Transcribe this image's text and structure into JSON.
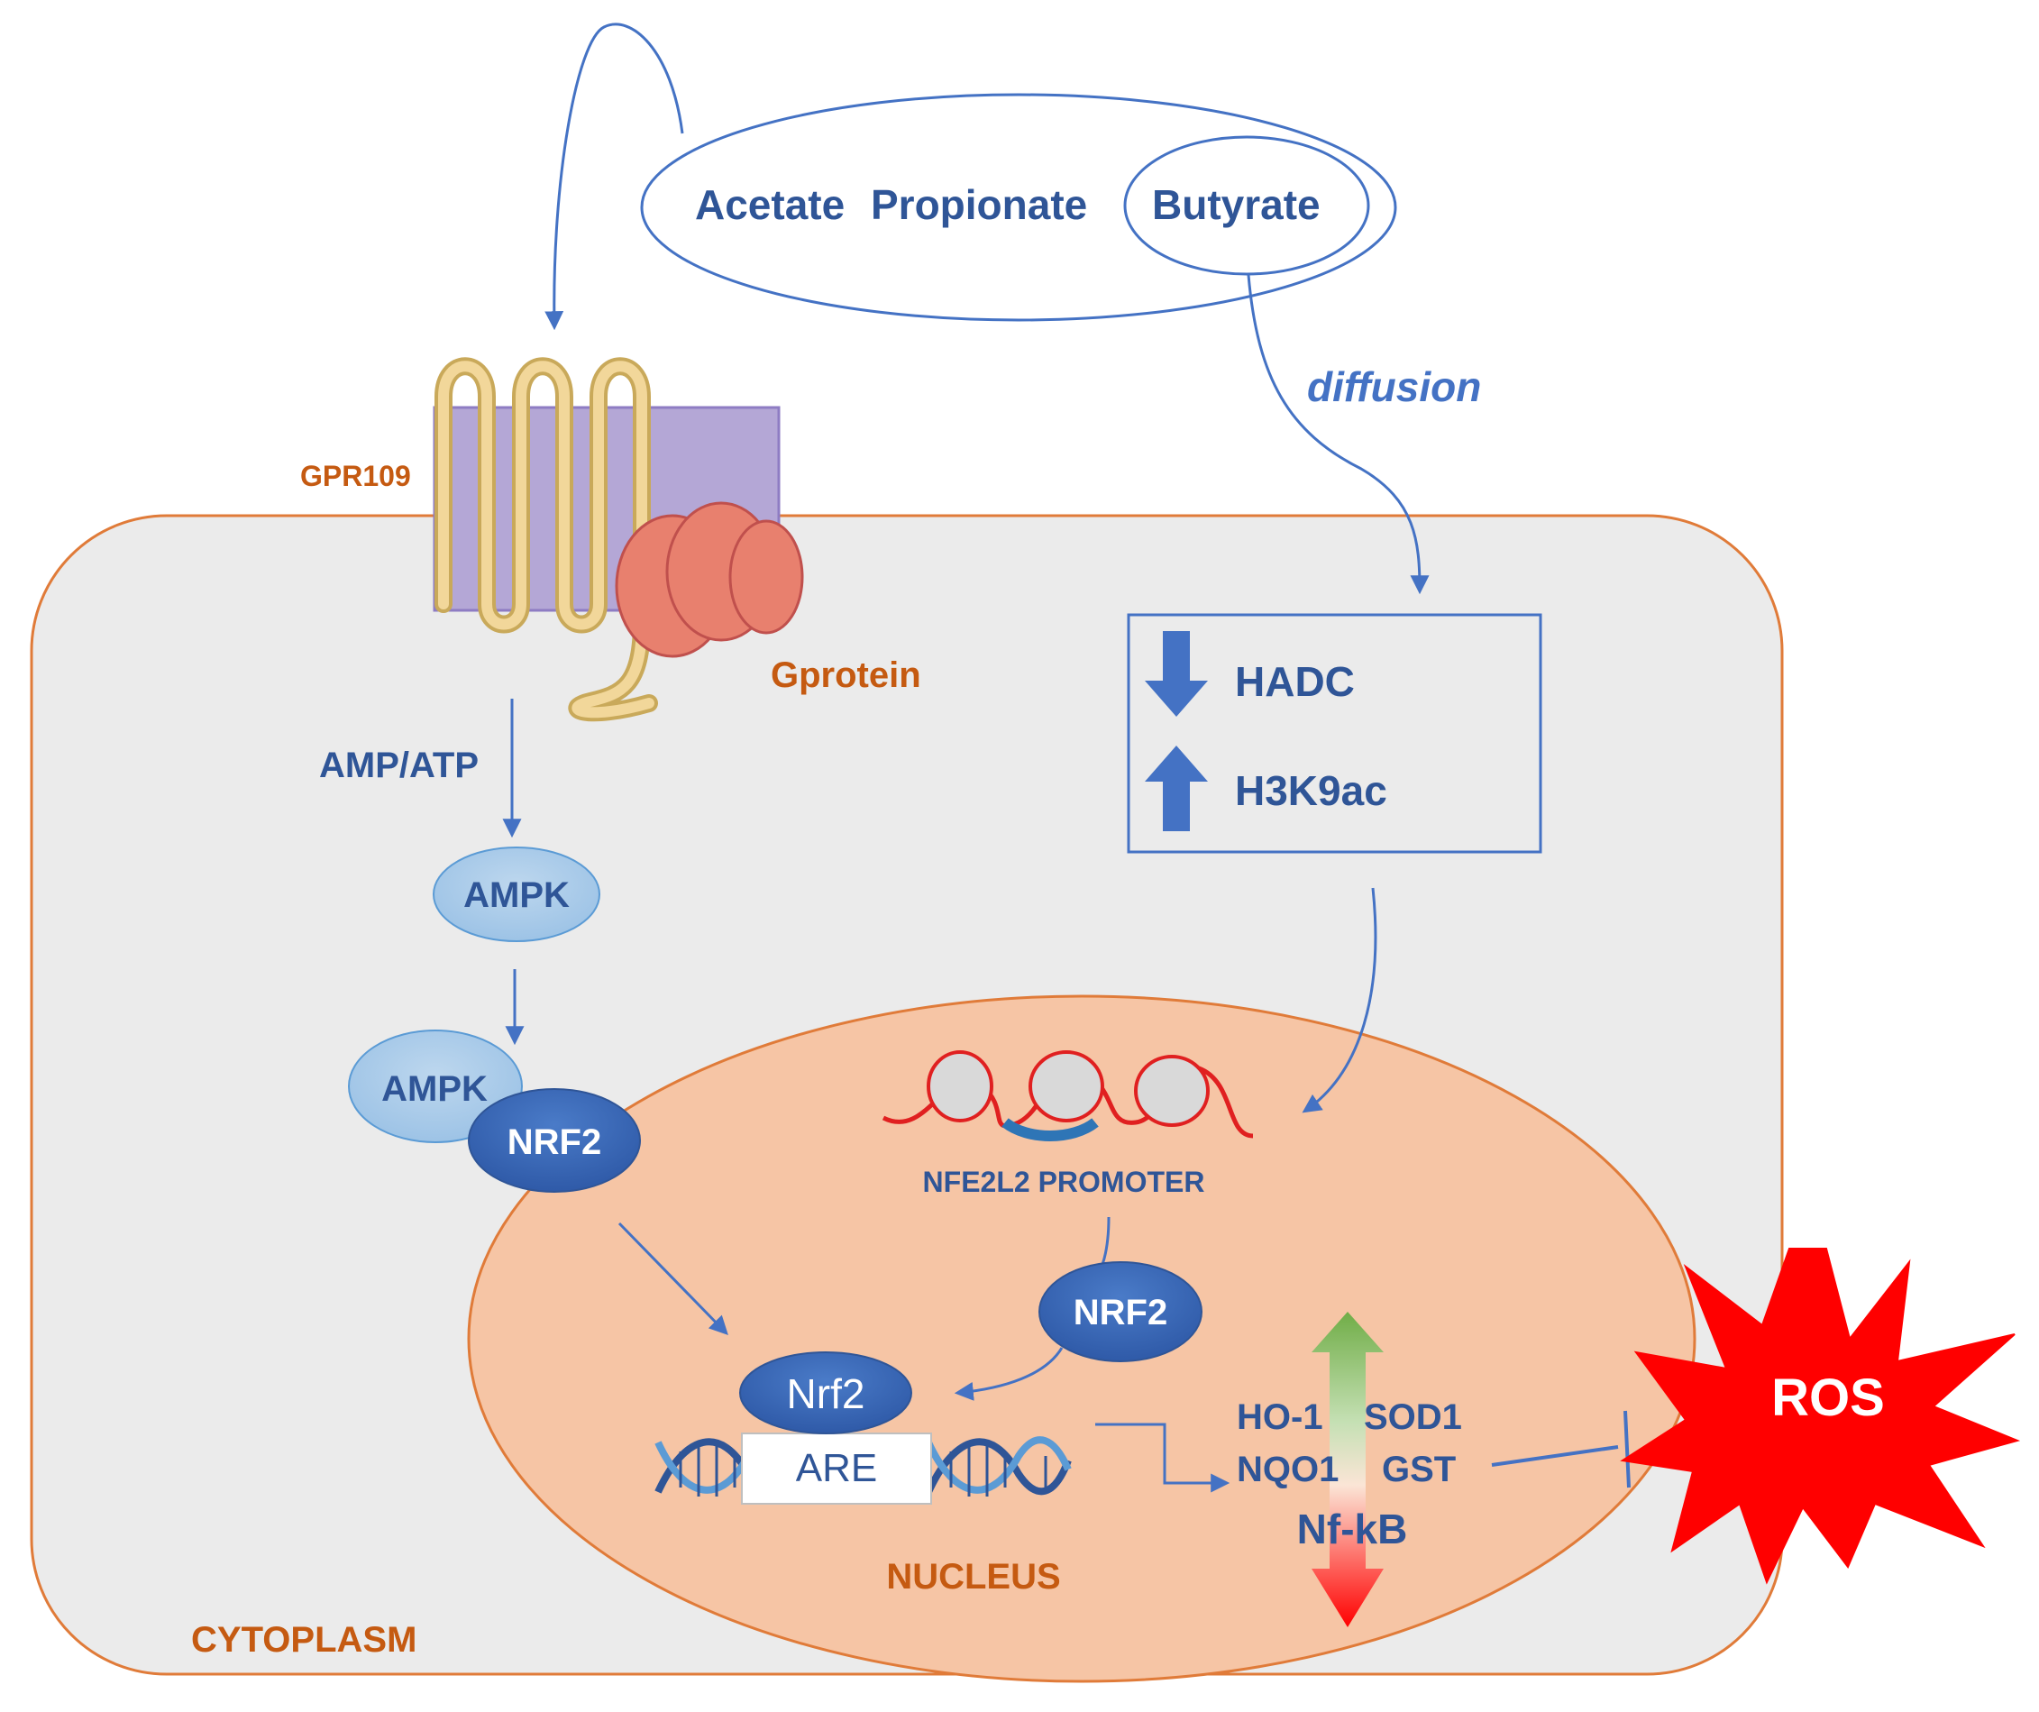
{
  "scfa": {
    "acetate": "Acetate",
    "propionate": "Propionate",
    "butyrate": "Butyrate",
    "diffusion": "diffusion"
  },
  "membrane": {
    "receptor": "GPR109",
    "gprotein": "Gprotein"
  },
  "compartments": {
    "cytoplasm": "CYTOPLASM",
    "nucleus": "NUCLEUS"
  },
  "pathway_left": {
    "amp_atp": "AMP/ATP",
    "ampk": "AMPK",
    "ampk_complex": "AMPK",
    "nrf2_complex": "NRF2"
  },
  "epigenetic_box": {
    "hadc": "HADC",
    "h3k9ac": "H3K9ac"
  },
  "nucleus_items": {
    "promoter": "NFE2L2 PROMOTER",
    "nrf2": "NRF2",
    "nrf2_bound": "Nrf2",
    "are": "ARE"
  },
  "targets": {
    "ho1": "HO-1",
    "sod1": "SOD1",
    "nqo1": "NQO1",
    "gst": "GST",
    "nfkb": "Nf-kB"
  },
  "ros": "ROS",
  "colors": {
    "text_blue": "#2F5597",
    "arrow_blue": "#4472C4",
    "cell_fill": "#EBEBEB",
    "cell_border": "#E07B39",
    "nucleus_fill": "#F6C5A5",
    "ros_red": "#FF0000",
    "label_orange": "#C55A11"
  }
}
